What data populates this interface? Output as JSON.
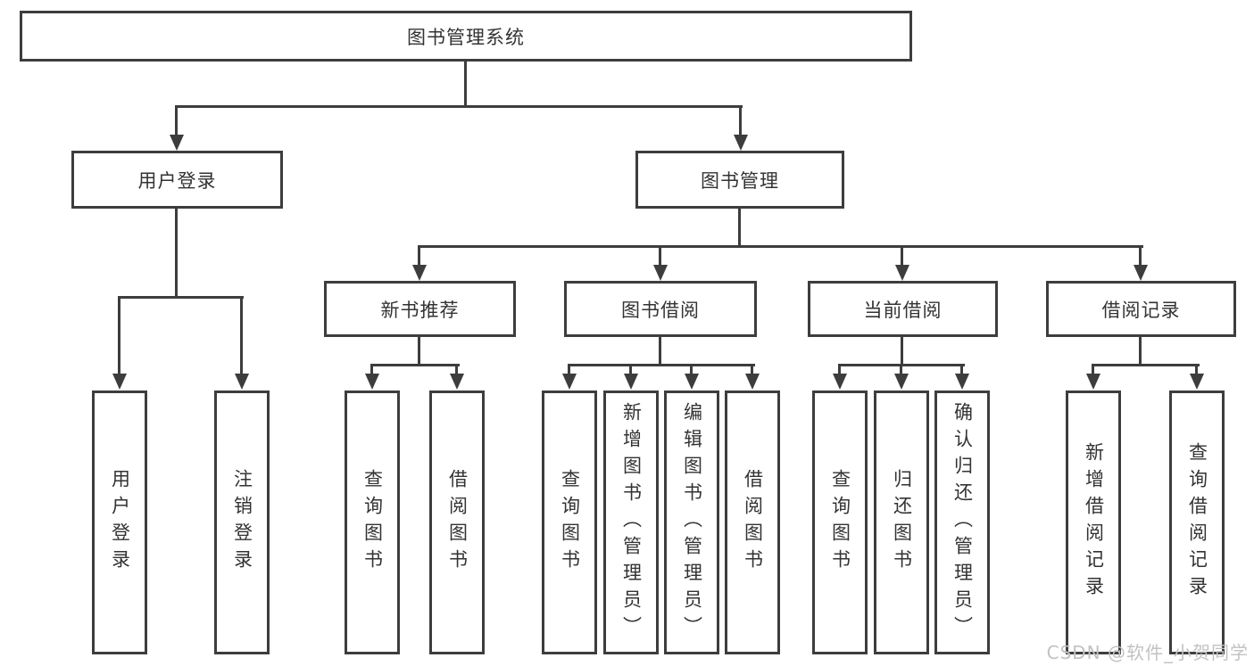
{
  "nodes": {
    "root": "图书管理系统",
    "login": "用户登录",
    "management": "图书管理",
    "recommend": "新书推荐",
    "borrow": "图书借阅",
    "current": "当前借阅",
    "records": "借阅记录"
  },
  "leaves": {
    "login": [
      "用户登录",
      "注销登录"
    ],
    "recommend": [
      "查询图书",
      "借阅图书"
    ],
    "borrow": [
      "查询图书",
      "新增图书（管理员）",
      "编辑图书（管理员）",
      "借阅图书"
    ],
    "current": [
      "查询图书",
      "归还图书",
      "确认归还（管理员）"
    ],
    "records": [
      "新增借阅记录",
      "查询借阅记录"
    ]
  },
  "watermark": "CSDN @软件_小贺同学",
  "colors": {
    "line": "#3d3d3d",
    "box_border": "#3d3d3d",
    "box_fill": "#ffffff",
    "text": "#333333",
    "watermark": "#c2c2c2",
    "background": "#ffffff"
  }
}
